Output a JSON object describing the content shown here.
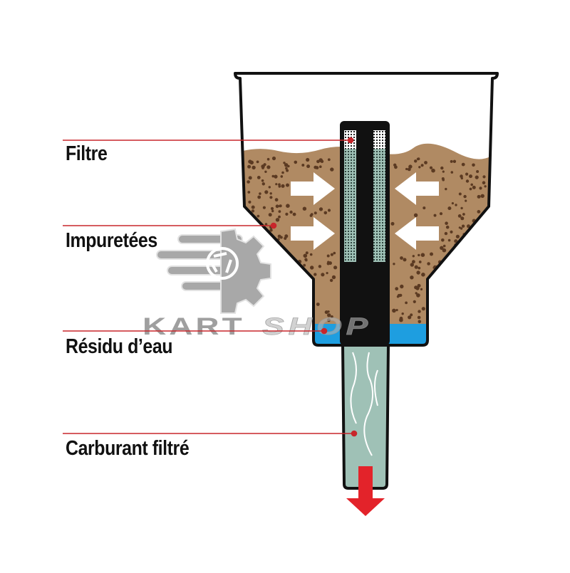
{
  "diagram": {
    "title": "Funnel fuel filter diagram",
    "labels": [
      {
        "id": "filter",
        "text": "Filtre"
      },
      {
        "id": "impurities",
        "text": "Impuretées"
      },
      {
        "id": "water-residue",
        "text": "Résidu d’eau"
      },
      {
        "id": "filtered-fuel",
        "text": "Carburant filtré"
      }
    ],
    "watermark": {
      "brand_part1": "KART",
      "brand_part2": "SHOP",
      "logo_icon": "gear-camera-shutter-icon"
    },
    "flow_arrows": [
      "arrow-right",
      "arrow-right",
      "arrow-left",
      "arrow-left"
    ],
    "outlet_arrow": "arrow-down",
    "colors": {
      "leader_line": "#c8262b",
      "fuel_dirty": "#b08a63",
      "particles": "#5b3a22",
      "water": "#1e9ee0",
      "filtered_fuel": "#9fc1b6",
      "filter_frame": "#111111",
      "outlet_arrow": "#e3232a",
      "watermark_gray": "#8f8f8f"
    }
  }
}
